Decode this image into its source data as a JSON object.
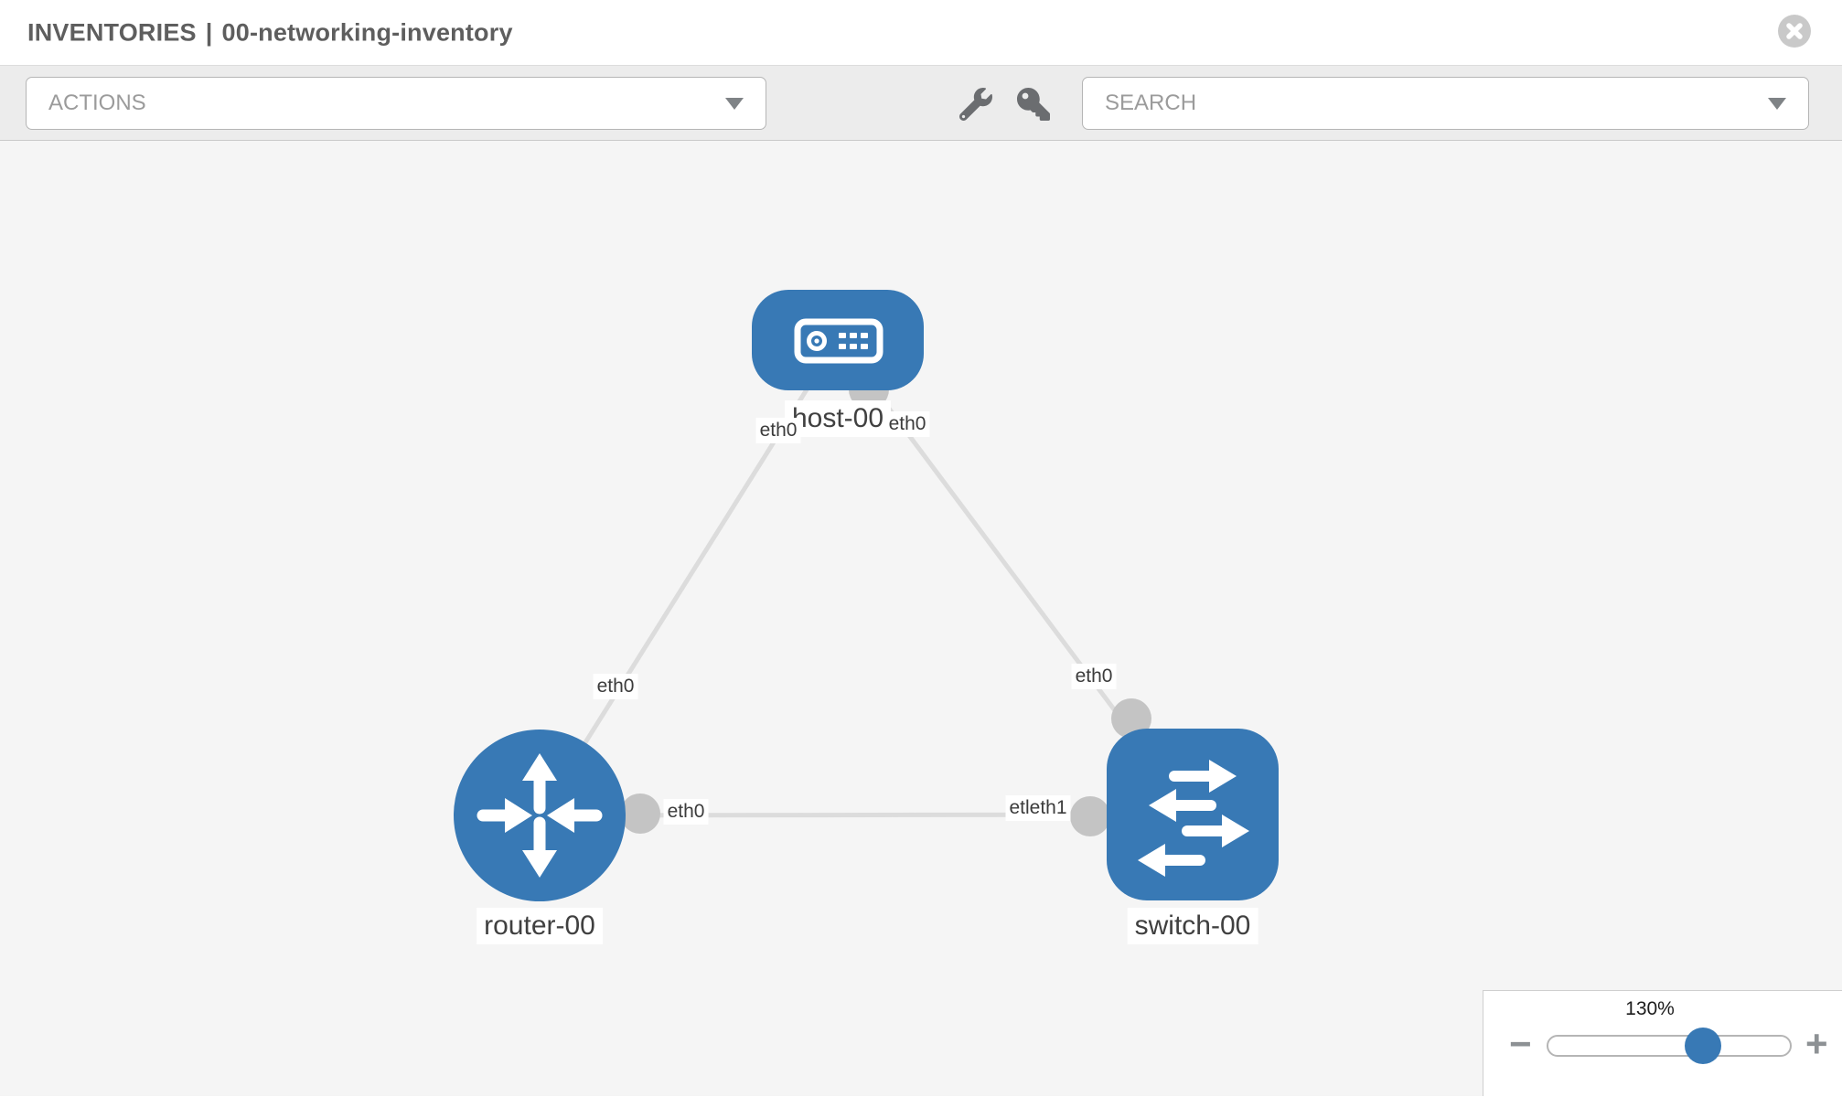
{
  "header": {
    "section": "INVENTORIES",
    "separator": "|",
    "inventory_name": "00-networking-inventory",
    "close_icon": "circle-x-icon"
  },
  "toolbar": {
    "actions_label": "ACTIONS",
    "search_placeholder": "SEARCH",
    "icons": [
      "wrench-icon",
      "key-icon"
    ],
    "dropdown_icon": "triangle-down"
  },
  "topology": {
    "nodes": [
      {
        "id": "host-00",
        "type": "host",
        "label": "host-00",
        "icon": "host-device-icon"
      },
      {
        "id": "router-00",
        "type": "router",
        "label": "router-00",
        "icon": "router-arrows-icon"
      },
      {
        "id": "switch-00",
        "type": "switch",
        "label": "switch-00",
        "icon": "switch-arrows-icon"
      }
    ],
    "links": [
      {
        "from": "host-00",
        "to": "router-00",
        "from_port": "eth0",
        "to_port": "eth0"
      },
      {
        "from": "host-00",
        "to": "switch-00",
        "from_port": "eth0",
        "to_port": "eth0"
      },
      {
        "from": "router-00",
        "to": "switch-00",
        "from_port": "eth0",
        "to_port": "etleth1"
      }
    ]
  },
  "zoom_panel": {
    "level": "130%",
    "zoom_out_label": "−",
    "zoom_in_label": "+",
    "slider_percent": 64
  },
  "colors": {
    "node_blue": "#3879b5",
    "link_gray": "#dcdcdc",
    "stub_gray": "#c4c4c4",
    "canvas_bg": "#f5f5f5",
    "toolbar_bg": "#ececec",
    "muted_text": "#9b9b9b",
    "icon_gray": "#6b6d70",
    "label_text": "#404040",
    "title_text": "#5e5e5e"
  }
}
